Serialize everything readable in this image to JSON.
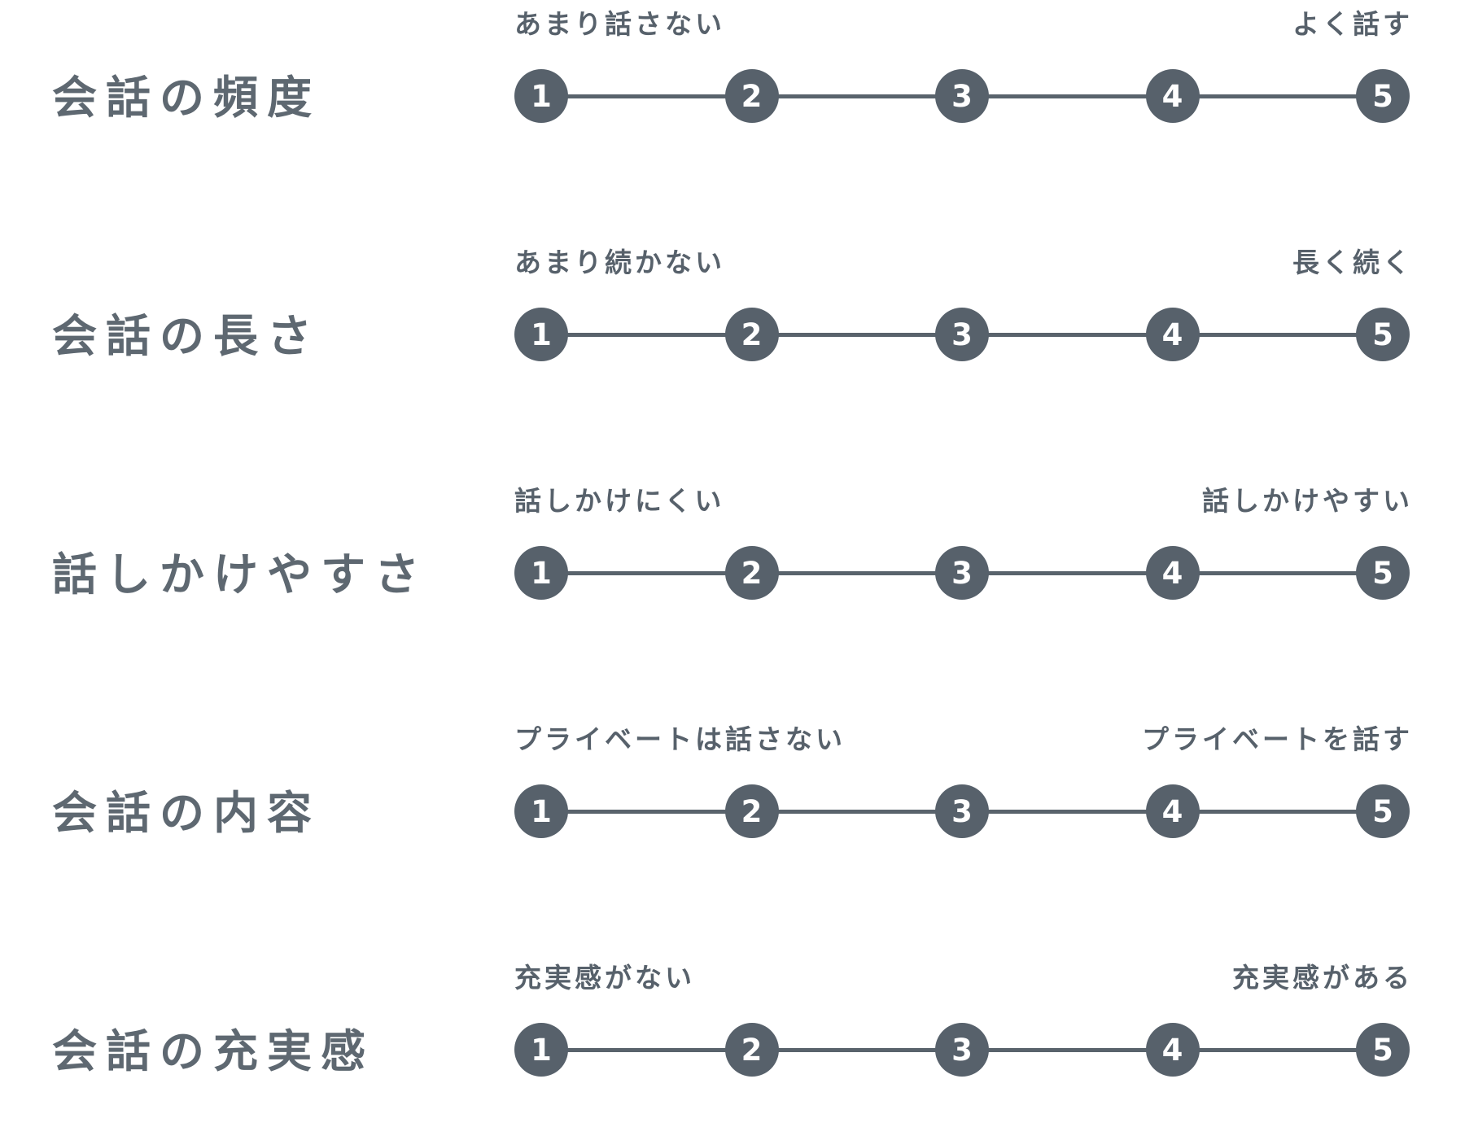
{
  "colors": {
    "accent": "#57616b",
    "row_label": "#5e6871",
    "background": "#ffffff"
  },
  "scale": {
    "values": [
      "1",
      "2",
      "3",
      "4",
      "5"
    ]
  },
  "rows": [
    {
      "label": "会話の頻度",
      "left": "あまり話さない",
      "right": "よく話す"
    },
    {
      "label": "会話の長さ",
      "left": "あまり続かない",
      "right": "長く続く"
    },
    {
      "label": "話しかけやすさ",
      "left": "話しかけにくい",
      "right": "話しかけやすい"
    },
    {
      "label": "会話の内容",
      "left": "プライベートは話さない",
      "right": "プライベートを話す"
    },
    {
      "label": "会話の充実感",
      "left": "充実感がない",
      "right": "充実感がある"
    }
  ]
}
